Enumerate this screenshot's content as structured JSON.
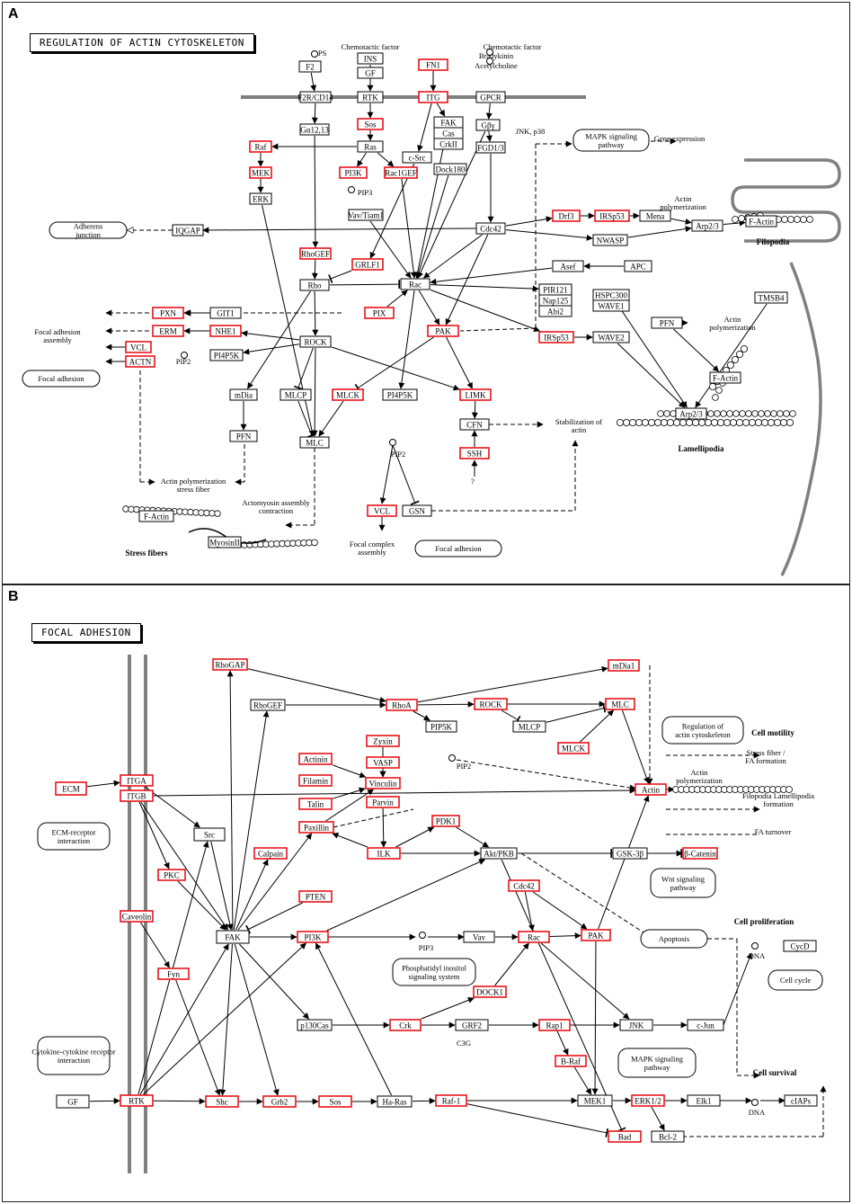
{
  "panels": {
    "a": {
      "label": "A",
      "title": "REGULATION OF ACTIN CYTOSKELETON"
    },
    "b": {
      "label": "B",
      "title": "FOCAL ADHESION"
    }
  },
  "colors": {
    "highlight": "#e8141a",
    "normal": "#000000",
    "membrane": "#808080"
  },
  "nodesA": [
    {
      "id": "F2",
      "text": "F2",
      "red": false
    },
    {
      "id": "INS",
      "text": "INS",
      "red": false
    },
    {
      "id": "GF",
      "text": "GF",
      "red": false
    },
    {
      "id": "FN1",
      "text": "FN1",
      "red": true
    },
    {
      "id": "F2RCD14",
      "text": "F2R/CD14",
      "red": false
    },
    {
      "id": "RTK",
      "text": "RTK",
      "red": false
    },
    {
      "id": "ITG",
      "text": "ITG",
      "red": true
    },
    {
      "id": "GPCR",
      "text": "GPCR",
      "red": false
    },
    {
      "id": "Sos",
      "text": "Sos",
      "red": true
    },
    {
      "id": "FAK",
      "text": "FAK",
      "red": false
    },
    {
      "id": "Cas",
      "text": "Cas",
      "red": false
    },
    {
      "id": "CrkII",
      "text": "CrkII",
      "red": false
    },
    {
      "id": "Gby",
      "text": "Gβγ",
      "red": false
    },
    {
      "id": "Ga1213",
      "text": "Gα12,13",
      "red": false
    },
    {
      "id": "Ras",
      "text": "Ras",
      "red": false
    },
    {
      "id": "cSrc",
      "text": "c-Src",
      "red": false
    },
    {
      "id": "FGD13",
      "text": "FGD1/3",
      "red": false
    },
    {
      "id": "Raf",
      "text": "Raf",
      "red": true
    },
    {
      "id": "Dock180",
      "text": "Dock180",
      "red": false
    },
    {
      "id": "MEK",
      "text": "MEK",
      "red": true
    },
    {
      "id": "PI3K",
      "text": "PI3K",
      "red": true
    },
    {
      "id": "Rac1GEF",
      "text": "Rac1GEF",
      "red": true
    },
    {
      "id": "ERK",
      "text": "ERK",
      "red": false
    },
    {
      "id": "VavTiam1",
      "text": "Vav/Tiam1",
      "red": false
    },
    {
      "id": "IQGAP",
      "text": "IQGAP",
      "red": false
    },
    {
      "id": "Cdc42",
      "text": "Cdc42",
      "red": false
    },
    {
      "id": "Drf3",
      "text": "Drf3",
      "red": true
    },
    {
      "id": "IRSp53a",
      "text": "IRSp53",
      "red": true
    },
    {
      "id": "Mena",
      "text": "Mena",
      "red": false
    },
    {
      "id": "NWASP",
      "text": "NWASP",
      "red": false
    },
    {
      "id": "Arp23a",
      "text": "Arp2/3",
      "red": false
    },
    {
      "id": "FActinF",
      "text": "F-Actin",
      "red": false
    },
    {
      "id": "RhoGEF",
      "text": "RhoGEF",
      "red": true
    },
    {
      "id": "GRLF1",
      "text": "GRLF1",
      "red": true
    },
    {
      "id": "Asef",
      "text": "Asef",
      "red": false
    },
    {
      "id": "APC",
      "text": "APC",
      "red": false
    },
    {
      "id": "Rho",
      "text": "Rho",
      "red": false
    },
    {
      "id": "Rac",
      "text": "Rac",
      "red": false
    },
    {
      "id": "PIR121",
      "text": "PIR121",
      "red": false
    },
    {
      "id": "Nap125",
      "text": "Nap125",
      "red": false
    },
    {
      "id": "Abi2",
      "text": "Abi2",
      "red": false
    },
    {
      "id": "HSPC300",
      "text": "HSPC300",
      "red": false
    },
    {
      "id": "WAVE1",
      "text": "WAVE1",
      "red": false
    },
    {
      "id": "TMSB4",
      "text": "TMSB4",
      "red": false
    },
    {
      "id": "PXN",
      "text": "PXN",
      "red": true
    },
    {
      "id": "GIT1",
      "text": "GIT1",
      "red": false
    },
    {
      "id": "PIX",
      "text": "PIX",
      "red": true
    },
    {
      "id": "PFNa",
      "text": "PFN",
      "red": false
    },
    {
      "id": "ERM",
      "text": "ERM",
      "red": true
    },
    {
      "id": "NHE1",
      "text": "NHE1",
      "red": true
    },
    {
      "id": "PAK",
      "text": "PAK",
      "red": true
    },
    {
      "id": "IRSp53b",
      "text": "IRSp53",
      "red": true
    },
    {
      "id": "WAVE2",
      "text": "WAVE2",
      "red": false
    },
    {
      "id": "VCLa",
      "text": "VCL",
      "red": true
    },
    {
      "id": "ROCK",
      "text": "ROCK",
      "red": false
    },
    {
      "id": "PI4P5Ka",
      "text": "PI4P5K",
      "red": false
    },
    {
      "id": "ACTN",
      "text": "ACTN",
      "red": true
    },
    {
      "id": "FActinL",
      "text": "F-Actin",
      "red": false
    },
    {
      "id": "mDia",
      "text": "mDia",
      "red": false
    },
    {
      "id": "MLCP",
      "text": "MLCP",
      "red": false
    },
    {
      "id": "MLCK",
      "text": "MLCK",
      "red": true
    },
    {
      "id": "PI4P5Kb",
      "text": "PI4P5K",
      "red": false
    },
    {
      "id": "LIMK",
      "text": "LIMK",
      "red": true
    },
    {
      "id": "CFN",
      "text": "CFN",
      "red": false
    },
    {
      "id": "Arp23b",
      "text": "Arp2/3",
      "red": false
    },
    {
      "id": "PFNb",
      "text": "PFN",
      "red": false
    },
    {
      "id": "MLC",
      "text": "MLC",
      "red": false
    },
    {
      "id": "SSH",
      "text": "SSH",
      "red": true
    },
    {
      "id": "FActinS",
      "text": "F-Actin",
      "red": false
    },
    {
      "id": "MyosinII",
      "text": "MyosinII",
      "red": false
    },
    {
      "id": "VCLb",
      "text": "VCL",
      "red": true
    },
    {
      "id": "GSN",
      "text": "GSN",
      "red": false
    }
  ],
  "ovalsA": [
    {
      "id": "adherens",
      "text": "Adherens junction"
    },
    {
      "id": "mapkA",
      "text": "MAPK signaling pathway"
    },
    {
      "id": "focalA1",
      "text": "Focal adhesion"
    },
    {
      "id": "focalA2",
      "text": "Focal adhesion"
    }
  ],
  "labelsA": [
    {
      "id": "lps",
      "text": "LPS"
    },
    {
      "id": "chemo1",
      "text": "Chemotactic factor"
    },
    {
      "id": "chemo2",
      "text": "Chemotactic factor"
    },
    {
      "id": "brady",
      "text": "Bradykinin"
    },
    {
      "id": "acetyl",
      "text": "Acetylcholine"
    },
    {
      "id": "pip3",
      "text": "PIP3"
    },
    {
      "id": "jnk",
      "text": "JNK, p38"
    },
    {
      "id": "geneexp",
      "text": "Gene expression"
    },
    {
      "id": "actinpol1",
      "text": "Actin polymerization"
    },
    {
      "id": "filopodia",
      "text": "Filopodia"
    },
    {
      "id": "lamelli",
      "text": "Lamellipodia"
    },
    {
      "id": "actinpol2",
      "text": "Actin polymerization"
    },
    {
      "id": "fa_assembly",
      "text": "Focal adhesion assembly"
    },
    {
      "id": "pip2a",
      "text": "PIP2"
    },
    {
      "id": "pip2b",
      "text": "PIP2"
    },
    {
      "id": "stab",
      "text": "Stabilization of actin"
    },
    {
      "id": "actinpol_sf",
      "text": "Actin polymerization stress fiber"
    },
    {
      "id": "actomyo",
      "text": "Actomyosin assembly contraction"
    },
    {
      "id": "stressfibers",
      "text": "Stress fibers"
    },
    {
      "id": "fca",
      "text": "Focal complex assembly"
    },
    {
      "id": "qm",
      "text": "?"
    }
  ],
  "nodesB": [
    {
      "id": "RhoGAP",
      "text": "RhoGAP",
      "red": true
    },
    {
      "id": "mDia1",
      "text": "mDia1",
      "red": true
    },
    {
      "id": "RhoGEFb",
      "text": "RhoGEF",
      "red": false
    },
    {
      "id": "RhoA",
      "text": "RhoA",
      "red": true
    },
    {
      "id": "ROCKb",
      "text": "ROCK",
      "red": true
    },
    {
      "id": "MLCb",
      "text": "MLC",
      "red": true
    },
    {
      "id": "PIP5K",
      "text": "PIP5K",
      "red": false
    },
    {
      "id": "MLCPb",
      "text": "MLCP",
      "red": false
    },
    {
      "id": "Zyxin",
      "text": "Zyxin",
      "red": true
    },
    {
      "id": "Actinin",
      "text": "Actinin",
      "red": true
    },
    {
      "id": "VASP",
      "text": "VASP",
      "red": true
    },
    {
      "id": "MLCKb",
      "text": "MLCK",
      "red": true
    },
    {
      "id": "Filamin",
      "text": "Filamin",
      "red": true
    },
    {
      "id": "Vinculin",
      "text": "Vinculin",
      "red": true
    },
    {
      "id": "ECM",
      "text": "ECM",
      "red": true
    },
    {
      "id": "ITGA",
      "text": "ITGA",
      "red": true
    },
    {
      "id": "ITGB",
      "text": "ITGB",
      "red": true
    },
    {
      "id": "Actin",
      "text": "Actin",
      "red": true
    },
    {
      "id": "Talin",
      "text": "Talin",
      "red": true
    },
    {
      "id": "Parvin",
      "text": "Parvin",
      "red": true
    },
    {
      "id": "Paxillin",
      "text": "Paxillin",
      "red": true
    },
    {
      "id": "PDK1",
      "text": "PDK1",
      "red": true
    },
    {
      "id": "Src",
      "text": "Src",
      "red": false
    },
    {
      "id": "Calpain",
      "text": "Calpain",
      "red": true
    },
    {
      "id": "ILK",
      "text": "ILK",
      "red": true
    },
    {
      "id": "AktPKB",
      "text": "Akt/PKB",
      "red": false
    },
    {
      "id": "GSK3B",
      "text": "GSK-3β",
      "red": false
    },
    {
      "id": "bCatenin",
      "text": "β-Catenin",
      "red": true
    },
    {
      "id": "PKC",
      "text": "PKC",
      "red": true
    },
    {
      "id": "Cdc42b",
      "text": "Cdc42",
      "red": true
    },
    {
      "id": "PTEN",
      "text": "PTEN",
      "red": true
    },
    {
      "id": "Caveolin",
      "text": "Caveolin",
      "red": true
    },
    {
      "id": "FAKb",
      "text": "FAK",
      "red": false
    },
    {
      "id": "PI3Kb",
      "text": "PI3K",
      "red": true
    },
    {
      "id": "Vav",
      "text": "Vav",
      "red": false
    },
    {
      "id": "Racb",
      "text": "Rac",
      "red": true
    },
    {
      "id": "PAKb",
      "text": "PAK",
      "red": true
    },
    {
      "id": "CycD",
      "text": "CycD",
      "red": false
    },
    {
      "id": "Fyn",
      "text": "Fyn",
      "red": true
    },
    {
      "id": "DOCK1",
      "text": "DOCK1",
      "red": true
    },
    {
      "id": "p130Cas",
      "text": "p130Cas",
      "red": false
    },
    {
      "id": "Crk",
      "text": "Crk",
      "red": true
    },
    {
      "id": "GRF2",
      "text": "GRF2",
      "red": false
    },
    {
      "id": "Rap1",
      "text": "Rap1",
      "red": true
    },
    {
      "id": "JNK",
      "text": "JNK",
      "red": false
    },
    {
      "id": "cJun",
      "text": "c-Jun",
      "red": false
    },
    {
      "id": "BRaf",
      "text": "B-Raf",
      "red": true
    },
    {
      "id": "GFb",
      "text": "GF",
      "red": false
    },
    {
      "id": "RTKb",
      "text": "RTK",
      "red": true
    },
    {
      "id": "Shc",
      "text": "Shc",
      "red": true
    },
    {
      "id": "Grb2",
      "text": "Grb2",
      "red": true
    },
    {
      "id": "Sosb",
      "text": "Sos",
      "red": true
    },
    {
      "id": "HaRas",
      "text": "Ha-Ras",
      "red": false
    },
    {
      "id": "Raf1",
      "text": "Raf-1",
      "red": true
    },
    {
      "id": "MEK1",
      "text": "MEK1",
      "red": false
    },
    {
      "id": "ERK12",
      "text": "ERK1/2",
      "red": true
    },
    {
      "id": "Elk1",
      "text": "Elk1",
      "red": false
    },
    {
      "id": "cIAPs",
      "text": "cIAPs",
      "red": false
    },
    {
      "id": "Bad",
      "text": "Bad",
      "red": true
    },
    {
      "id": "Bcl2",
      "text": "Bcl-2",
      "red": false
    }
  ],
  "ovalsB": [
    {
      "id": "regactin",
      "text": "Regulation of actin cytoskeleton"
    },
    {
      "id": "ecmrec",
      "text": "ECM-receptor interaction"
    },
    {
      "id": "wnt",
      "text": "Wnt signaling pathway"
    },
    {
      "id": "apoptosis",
      "text": "Apoptosis"
    },
    {
      "id": "phospho",
      "text": "Phosphatidyl inositol signaling system"
    },
    {
      "id": "cellcycle",
      "text": "Cell cycle"
    },
    {
      "id": "cytokine",
      "text": "Cytokine-cytokine receptor interaction"
    },
    {
      "id": "mapkB",
      "text": "MAPK signaling pathway"
    }
  ],
  "labelsB": [
    {
      "id": "cellmotility",
      "text": "Cell motility"
    },
    {
      "id": "stressfa",
      "text": "Stress fiber / FA formation"
    },
    {
      "id": "actinpolB",
      "text": "Actin polymerization"
    },
    {
      "id": "filolam",
      "text": "Filopodia Lamellipodia formation"
    },
    {
      "id": "faturn",
      "text": "FA turnover"
    },
    {
      "id": "cellprolif",
      "text": "Cell proliferation"
    },
    {
      "id": "cellsurv",
      "text": "Cell survival"
    },
    {
      "id": "pip2B",
      "text": "PIP2"
    },
    {
      "id": "pip3B",
      "text": "PIP3"
    },
    {
      "id": "dna1",
      "text": "DNA"
    },
    {
      "id": "dna2",
      "text": "DNA"
    },
    {
      "id": "c3g",
      "text": "C3G"
    }
  ]
}
